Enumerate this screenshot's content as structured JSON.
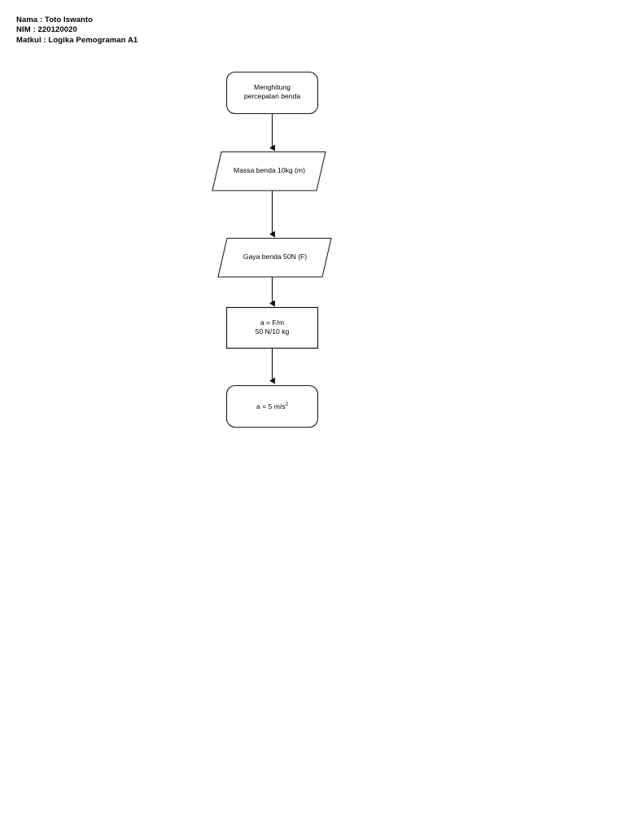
{
  "header": {
    "lines": [
      "Nama : Toto Iswanto",
      "NIM : 220120020",
      "Matkul : Logika Pemograman A1"
    ]
  },
  "flowchart": {
    "title": "Menghitung percepatan benda",
    "stroke_color": "#1a1a1a",
    "fill_color": "#ffffff",
    "nodes": [
      {
        "id": "start",
        "shape": "terminator",
        "lines": [
          "Menghitung",
          "percepatan benda"
        ]
      },
      {
        "id": "input-mass",
        "shape": "parallelogram",
        "lines": [
          "Massa benda 10kg (m)"
        ]
      },
      {
        "id": "input-force",
        "shape": "parallelogram",
        "lines": [
          "Gaya benda 50N (F)"
        ]
      },
      {
        "id": "process-acceleration",
        "shape": "rectangle",
        "lines": [
          "a = F/m",
          "50 N/10 kg"
        ]
      },
      {
        "id": "output-result",
        "shape": "terminator",
        "lines": [
          "a = 5 m/s",
          "2"
        ]
      }
    ],
    "connectors": [
      {
        "from": "start",
        "to": "input-mass"
      },
      {
        "from": "input-mass",
        "to": "input-force"
      },
      {
        "from": "input-force",
        "to": "process-acceleration"
      },
      {
        "from": "process-acceleration",
        "to": "output-result"
      }
    ]
  }
}
